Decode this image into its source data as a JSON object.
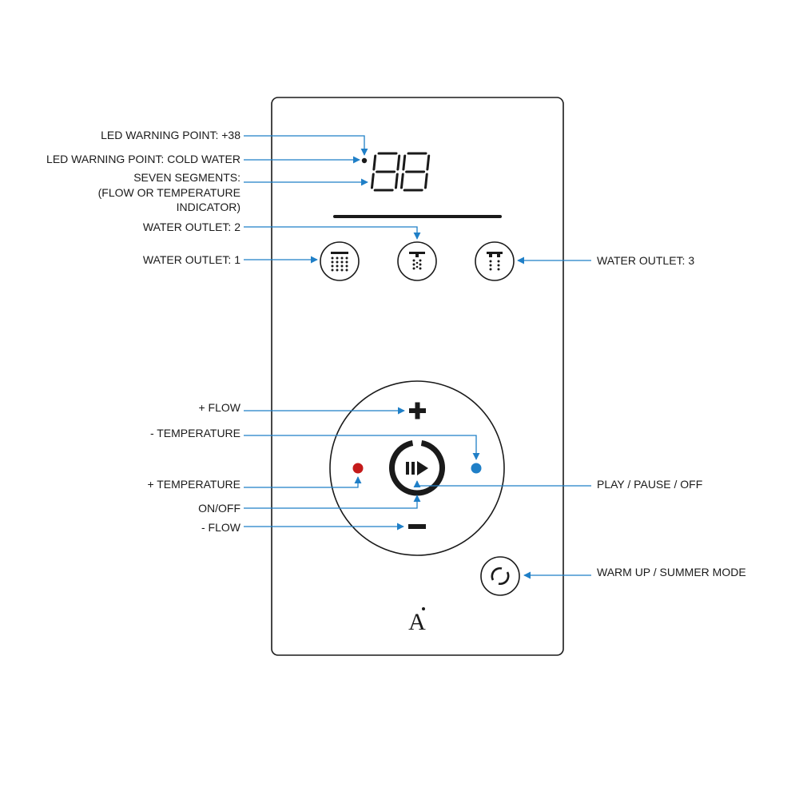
{
  "callouts": {
    "led_warning_38": "LED WARNING POINT: +38",
    "led_warning_cold": "LED WARNING POINT: COLD WATER",
    "seven_segments_line1": "SEVEN SEGMENTS:",
    "seven_segments_line2": "(FLOW OR TEMPERATURE",
    "seven_segments_line3": "INDICATOR)",
    "water_outlet_2": "WATER OUTLET: 2",
    "water_outlet_1": "WATER OUTLET: 1",
    "water_outlet_3": "WATER OUTLET: 3",
    "plus_flow": "+ FLOW",
    "minus_temperature": "- TEMPERATURE",
    "plus_temperature": "+ TEMPERATURE",
    "on_off": "ON/OFF",
    "minus_flow": "- FLOW",
    "play_pause_off": "PLAY / PAUSE / OFF",
    "warm_up_summer": "WARM UP / SUMMER MODE"
  },
  "panel": {
    "display_digits": "88",
    "brand_logo": "A"
  },
  "colors": {
    "callout_line": "#1f7fc7",
    "hot_led": "#c41a1a",
    "cold_led": "#1f7fc7",
    "outline": "#1a1a1a"
  },
  "icons": {
    "outlet_1": "shower-head-4x4-icon",
    "outlet_2": "shower-head-column-icon",
    "outlet_3": "shower-head-two-columns-icon",
    "play_pause": "play-pause-icon",
    "warm_up": "circular-arrows-icon"
  }
}
